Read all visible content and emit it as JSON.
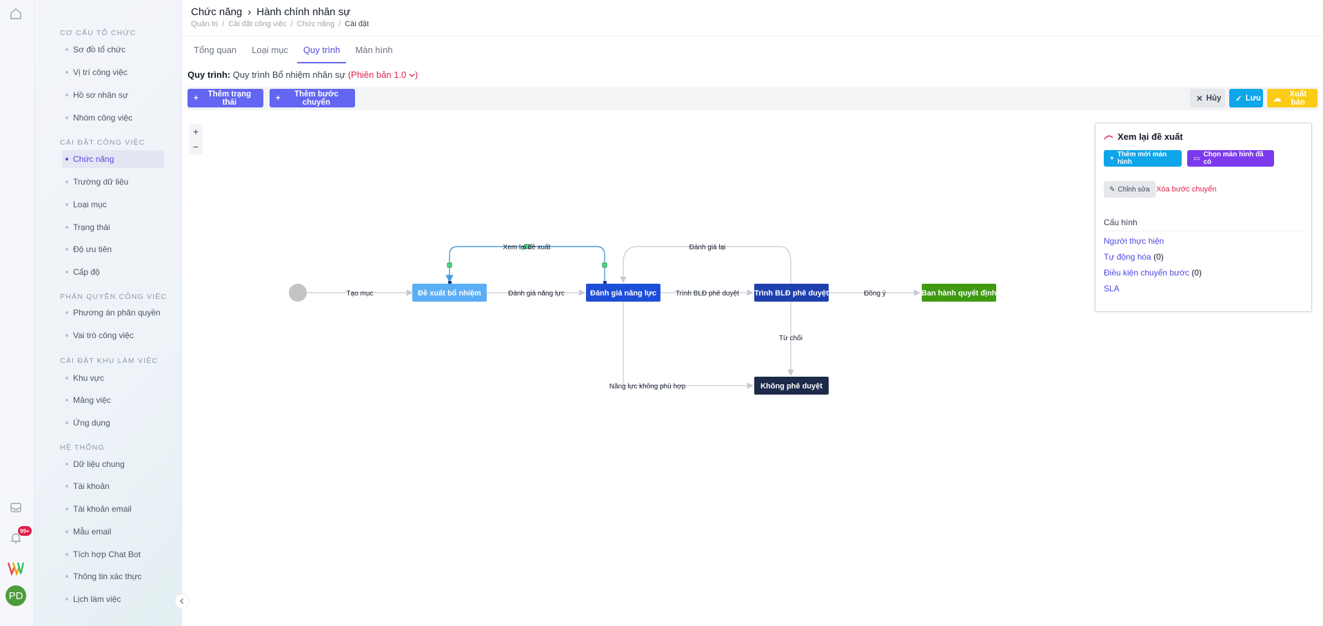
{
  "header": {
    "title_part1": "Chức năng",
    "title_sep": "›",
    "title_part2": "Hành chính nhân sự",
    "breadcrumbs": [
      "Quản trị",
      "Cài đặt công việc",
      "Chức năng",
      "Cài đặt"
    ],
    "breadcrumb_sep": "/"
  },
  "rail": {
    "notif_badge": "99+",
    "avatar": "PD"
  },
  "sidebar": {
    "sections": [
      {
        "label": "CƠ CẤU TỔ CHỨC",
        "items": [
          "Sơ đồ tổ chức",
          "Vị trí công việc",
          "Hồ sơ nhân sự",
          "Nhóm công việc"
        ]
      },
      {
        "label": "CÀI ĐẶT CÔNG VIỆC",
        "items": [
          "Chức năng",
          "Trường dữ liệu",
          "Loại mục",
          "Trạng thái",
          "Độ ưu tiên",
          "Cấp độ"
        ]
      },
      {
        "label": "PHÂN QUYỀN CÔNG VIỆC",
        "items": [
          "Phương án phân quyền",
          "Vai trò công việc"
        ]
      },
      {
        "label": "CÀI ĐẶT KHU LÀM VIỆC",
        "items": [
          "Khu vực",
          "Mảng việc",
          "Ứng dụng"
        ]
      },
      {
        "label": "HỆ THỐNG",
        "items": [
          "Dữ liệu chung",
          "Tài khoản",
          "Tài khoản email",
          "Mẫu email",
          "Tích hợp Chat Bot",
          "Thông tin xác thực",
          "Lịch làm việc"
        ]
      }
    ],
    "active_item": "Chức năng"
  },
  "tabs": [
    "Tổng quan",
    "Loại mục",
    "Quy trình",
    "Màn hình"
  ],
  "active_tab": "Quy trình",
  "process": {
    "label": "Quy trình:",
    "name": "Quy trình Bổ nhiệm nhân sự",
    "version": "(Phiên bản 1.0",
    "version_close": ")"
  },
  "toolbar": {
    "add_status": "Thêm trạng thái",
    "add_transition": "Thêm bước chuyển",
    "cancel": "Hủy",
    "save": "Lưu",
    "publish": "Xuất bản"
  },
  "zoom": {
    "in": "+",
    "out": "−"
  },
  "workflow": {
    "nodes": {
      "propose": "Đề xuất bổ nhiệm",
      "assess": "Đánh giá năng lực",
      "submit": "Trình BLĐ phê duyệt",
      "issue": "Ban hành quyết định",
      "reject": "Không phê duyệt"
    },
    "edges": {
      "create": "Tạo mục",
      "assess": "Đánh giá năng lực",
      "review": "Xem lại đề xuất",
      "reassess": "Đánh giá lại",
      "submit": "Trình BLĐ phê duyệt",
      "agree": "Đồng ý",
      "refuse": "Từ chối",
      "unfit": "Năng lực không phù hợp"
    },
    "colors": {
      "propose": "#5aaef5",
      "assess": "#1d4ed8",
      "submit": "#1e40af",
      "issue": "#3f9a12",
      "reject": "#1e2a4a",
      "start": "#c4c4c4",
      "edge": "#c7cbd1",
      "selected_edge": "#4a9ad9"
    }
  },
  "panel": {
    "title": "Xem lại đề xuất",
    "add_screen": "Thêm mới màn hình",
    "choose_screen": "Chọn màn hình đã có",
    "edit": "Chỉnh sửa",
    "delete": "Xóa bước chuyển",
    "config_title": "Cấu hình",
    "config": {
      "assignee": "Người thực hiện",
      "automation": "Tự động hóa",
      "automation_count": "(0)",
      "conditions": "Điều kiện chuyển bước",
      "conditions_count": "(0)",
      "sla": "SLA"
    }
  }
}
